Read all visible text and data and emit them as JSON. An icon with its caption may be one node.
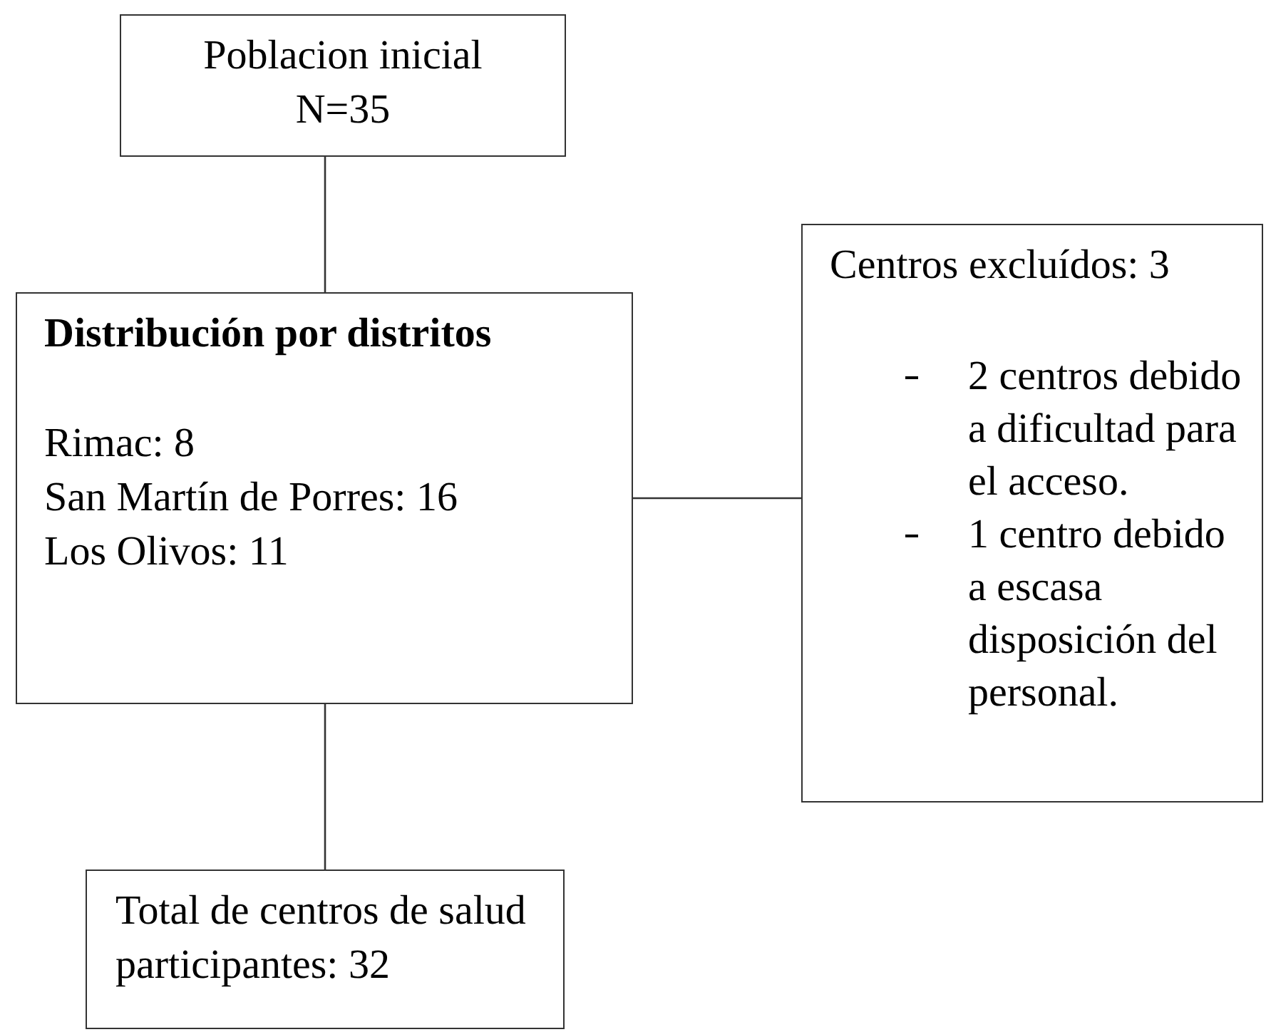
{
  "diagram": {
    "nodes": [
      {
        "text": [
          "Poblacion inicial N=35"
        ]
      },
      {
        "text": [
          "Distribución por distritos",
          "Rimac: 8",
          "San Martín de Porres: 16",
          "Los Olivos: 11"
        ]
      },
      {
        "text": [
          "Centros excluídos: 3",
          "2 centros debido a dificultad para el acceso.",
          "1 centro debido a escasa disposición del personal."
        ]
      },
      {
        "text": [
          "Total de centros de salud participantes: 32"
        ]
      }
    ],
    "edges": [
      {
        "from": 0,
        "to": 1,
        "arrow": "none"
      },
      {
        "from": 1,
        "to": 2,
        "arrow": "none"
      },
      {
        "from": 1,
        "to": 3,
        "arrow": "none"
      }
    ]
  }
}
